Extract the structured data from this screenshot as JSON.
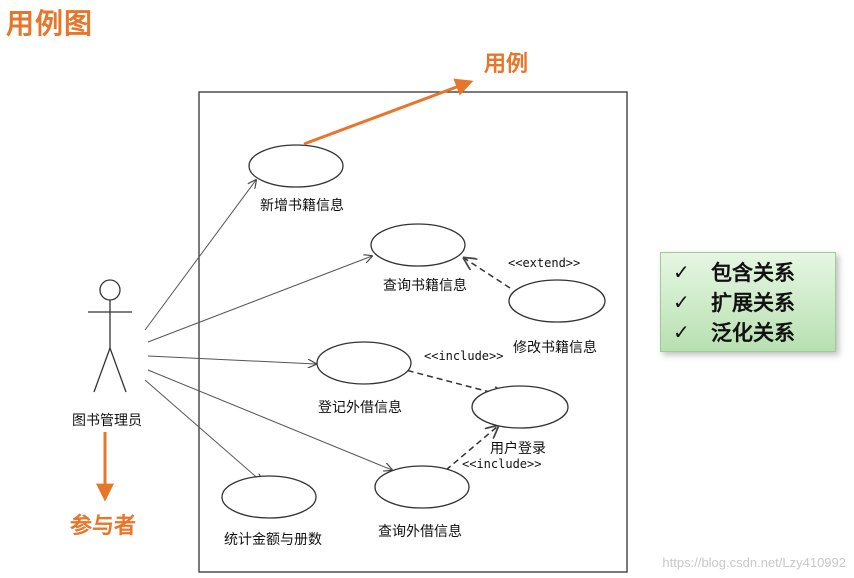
{
  "title": "用例图",
  "callouts": {
    "use_case": "用例",
    "actor": "参与者"
  },
  "actor": {
    "name": "图书管理员"
  },
  "use_cases": [
    {
      "id": "add_book",
      "label": "新增书籍信息"
    },
    {
      "id": "query_book",
      "label": "查询书籍信息"
    },
    {
      "id": "modify_book",
      "label": "修改书籍信息"
    },
    {
      "id": "register_loan",
      "label": "登记外借信息"
    },
    {
      "id": "user_login",
      "label": "用户登录"
    },
    {
      "id": "query_loan",
      "label": "查询外借信息"
    },
    {
      "id": "stats",
      "label": "统计金额与册数"
    }
  ],
  "relations": [
    {
      "type": "extend",
      "label": "<<extend>>",
      "from": "modify_book",
      "to": "query_book"
    },
    {
      "type": "include",
      "label": "<<include>>",
      "from": "register_loan",
      "to": "user_login"
    },
    {
      "type": "include",
      "label": "<<include>>",
      "from": "query_loan",
      "to": "user_login"
    }
  ],
  "relationship_types": [
    {
      "mark": "✓",
      "label": "包含关系"
    },
    {
      "mark": "✓",
      "label": "扩展关系"
    },
    {
      "mark": "✓",
      "label": "泛化关系"
    }
  ],
  "watermark": "https://blog.csdn.net/Lzy410992",
  "colors": {
    "accent": "#e8762a",
    "panel_green": "#c9eac3",
    "line": "#555555"
  }
}
